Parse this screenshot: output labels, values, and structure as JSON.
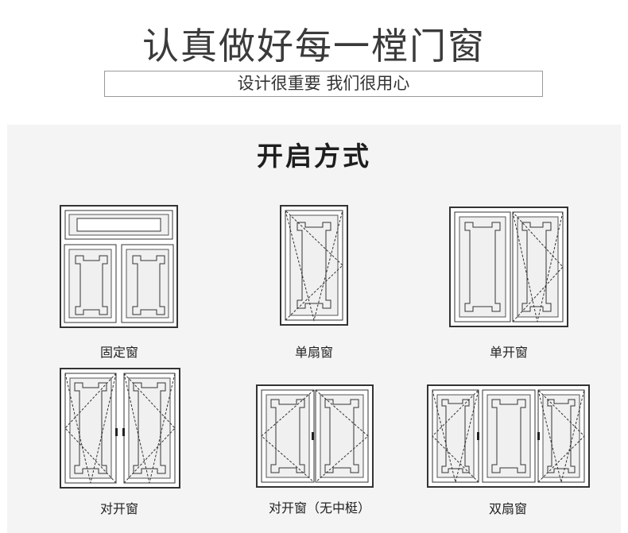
{
  "header": {
    "title": "认真做好每一樘门窗",
    "subtitle": "设计很重要 我们很用心"
  },
  "section": {
    "title": "开启方式"
  },
  "windows": [
    {
      "label": "固定窗"
    },
    {
      "label": "单扇窗"
    },
    {
      "label": "单开窗"
    },
    {
      "label": "对开窗"
    },
    {
      "label": "对开窗（无中梃）"
    },
    {
      "label": "双扇窗"
    }
  ]
}
